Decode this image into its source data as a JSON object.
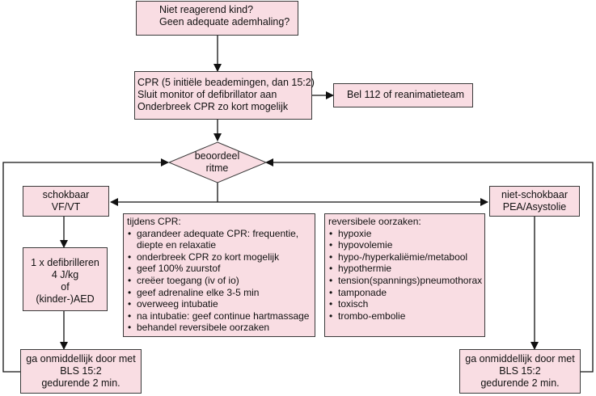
{
  "start": {
    "lines": [
      "Niet reagerend kind?",
      "Geen adequate ademhaling?"
    ]
  },
  "cpr": {
    "lines": [
      "CPR (5 initiële beademingen, dan 15:2)",
      "Sluit monitor of defibrillator aan",
      "Onderbreek CPR zo kort mogelijk"
    ]
  },
  "call": {
    "label": "Bel 112 of reanimatieteam"
  },
  "assess": {
    "lines": [
      "beoordeel",
      "ritme"
    ]
  },
  "shockable": {
    "lines": [
      "schokbaar",
      "VF/VT"
    ]
  },
  "nonshockable": {
    "lines": [
      "niet-schokbaar",
      "PEA/Asystolie"
    ]
  },
  "defib": {
    "lines": [
      "1 x defibrilleren",
      "4 J/kg",
      "of",
      "(kinder-)AED"
    ]
  },
  "during": {
    "title": "tijdens CPR:",
    "items": [
      "garandeer adequate CPR: frequentie,",
      "diepte en relaxatie",
      "onderbreek CPR zo kort mogelijk",
      "geef 100% zuurstof",
      "creëer toegang (iv of io)",
      "geef adrenaline elke 3-5 min",
      "overweeg intubatie",
      "na intubatie: geef continue hartmassage",
      "behandel reversibele oorzaken"
    ]
  },
  "reversible": {
    "title": "reversibele oorzaken:",
    "items": [
      "hypoxie",
      "hypovolemie",
      "hypo-/hyperkaliëmie/metabool",
      "hypothermie",
      "tension(spannings)pneumothorax",
      "tamponade",
      "toxisch",
      "trombo-embolie"
    ]
  },
  "bls_left": {
    "lines": [
      "ga onmiddellijk door met",
      "BLS 15:2",
      "gedurende 2 min."
    ]
  },
  "bls_right": {
    "lines": [
      "ga onmiddellijk door met",
      "BLS 15:2",
      "gedurende 2 min."
    ]
  },
  "colors": {
    "box_fill": "#f9dde3",
    "border": "#3a3a3a",
    "line": "#111111"
  }
}
